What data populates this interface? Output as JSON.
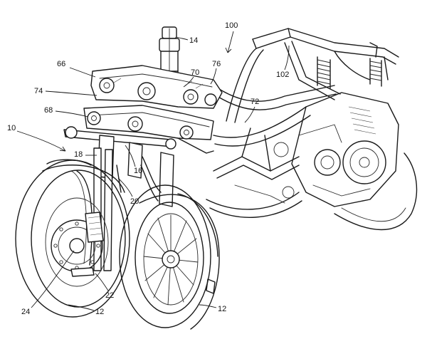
{
  "labels": {
    "r100": "100",
    "r14": "14",
    "r66": "66",
    "r70": "70",
    "r76": "76",
    "r102": "102",
    "r74": "74",
    "r72": "72",
    "r68": "68",
    "r10": "10",
    "r18": "18",
    "r16": "16",
    "r20": "20",
    "r22": "22",
    "r24": "24",
    "r12a": "12",
    "r12b": "12"
  }
}
